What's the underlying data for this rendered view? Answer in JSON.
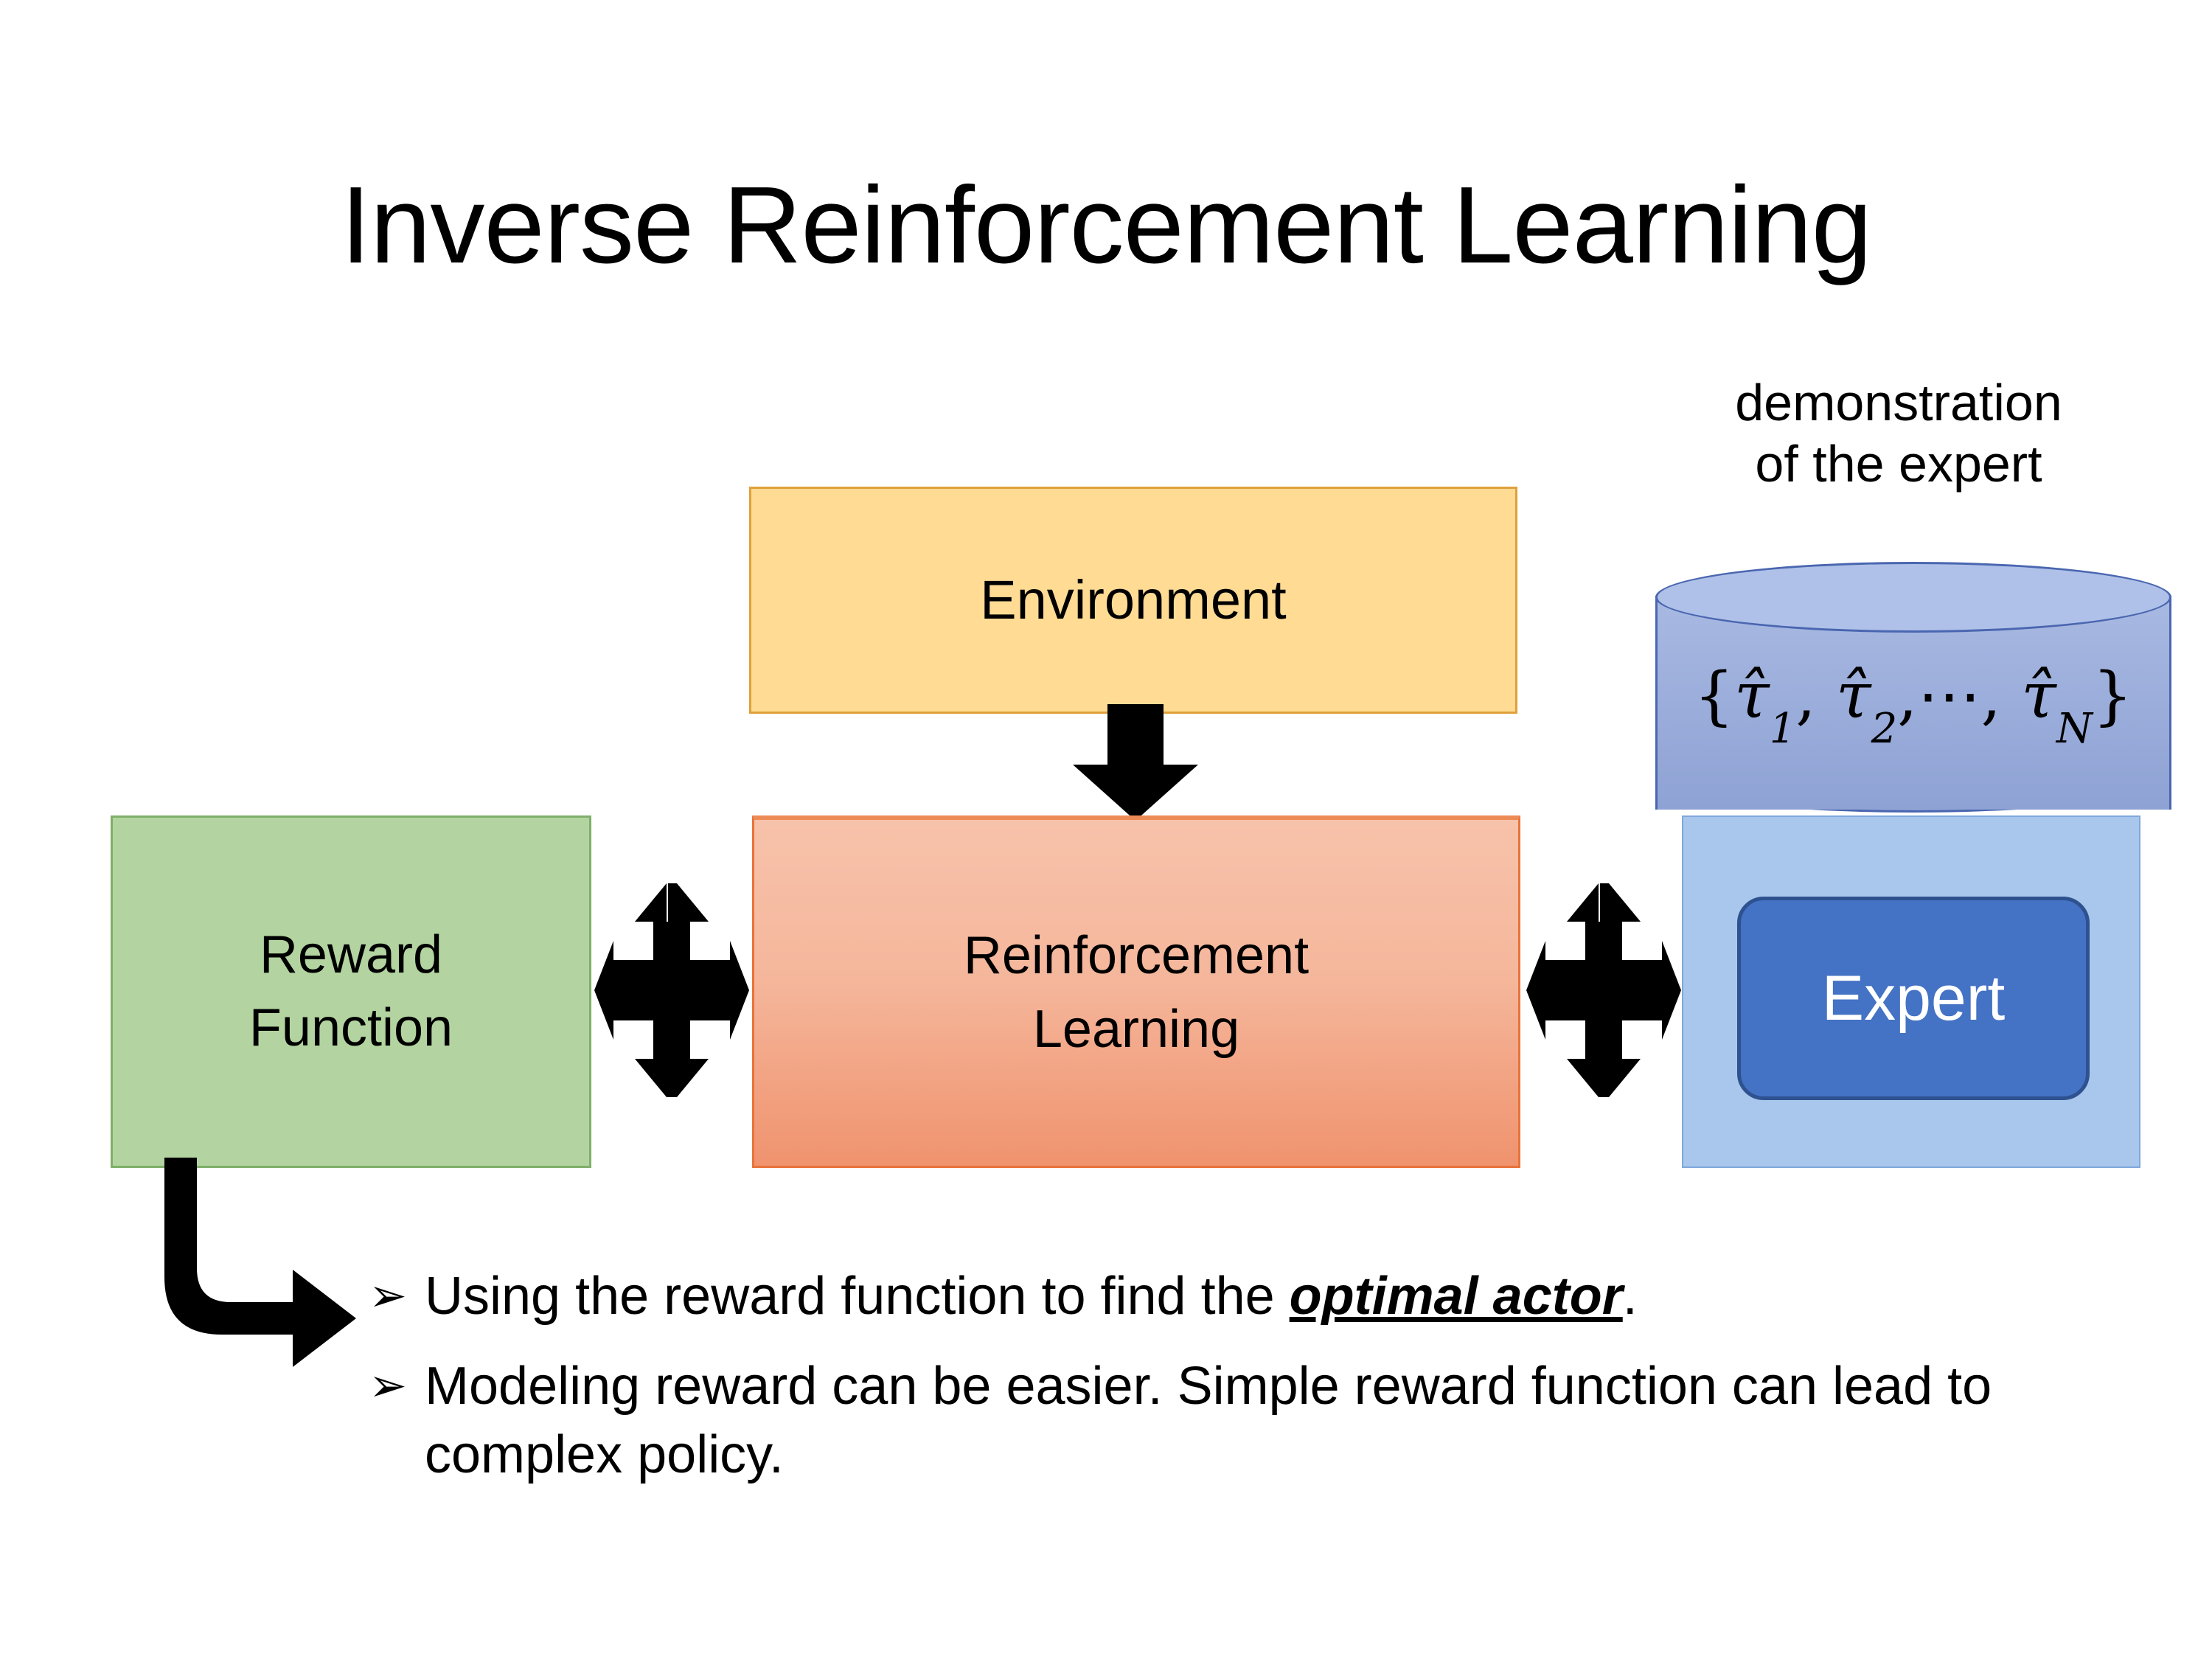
{
  "slide": {
    "title": "Inverse Reinforcement Learning"
  },
  "diagram": {
    "environment": {
      "label": "Environment",
      "fill": "#FFDB94",
      "border": "#E0A13A"
    },
    "reward_function": {
      "label_line1": "Reward",
      "label_line2": "Function",
      "fill": "#B3D4A0",
      "border": "#7FAF6A"
    },
    "reinforcement_learning": {
      "label_line1": "Reinforcement",
      "label_line2": "Learning",
      "fill_top": "#F7C2AA",
      "fill_bottom": "#F0936E",
      "border": "#E8733A"
    },
    "demonstration": {
      "caption_line1": "demonstration",
      "caption_line2": "of the expert",
      "cylinder_fill": "#9AACDA",
      "cylinder_border": "#4A66B0",
      "set_open": "{",
      "tau1": "τ̂",
      "tau1_sub": "1",
      "comma1": ",",
      "tau2": "τ̂",
      "tau2_sub": "2",
      "comma2": ",",
      "ellipsis": "⋯",
      "comma3": ",",
      "tauN": "τ̂",
      "tauN_sub": "N",
      "set_close": "}"
    },
    "expert": {
      "label": "Expert",
      "fill": "#4472C4",
      "border": "#2E528F",
      "text_color": "#FFFFFF",
      "panel_fill": "#A9C7EC"
    },
    "arrows": {
      "env_to_rl": "down-block-arrow",
      "reward_rl": "four-way-arrow",
      "rl_expert": "four-way-arrow",
      "reward_to_bullets": "bent-arrow"
    }
  },
  "bullets": [
    {
      "marker": "➢",
      "text_before": "Using the reward function to find the ",
      "emphasis": "optimal actor",
      "text_after": "."
    },
    {
      "marker": "➢",
      "text_before": "Modeling reward can be easier. Simple reward function can lead to complex policy.",
      "emphasis": "",
      "text_after": ""
    }
  ]
}
